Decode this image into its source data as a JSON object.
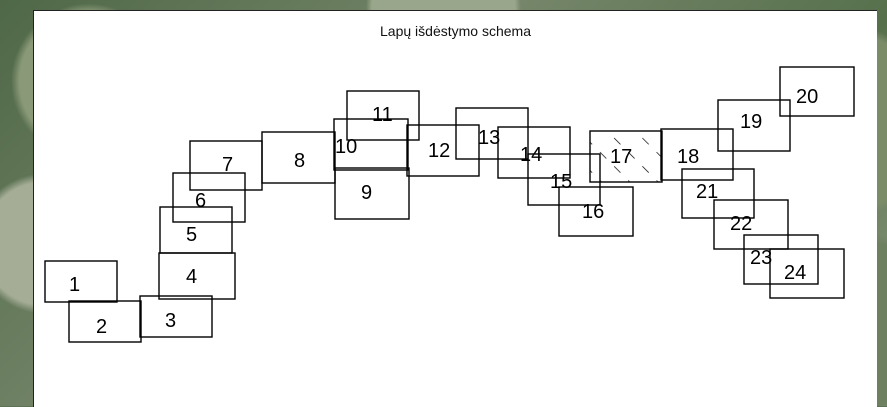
{
  "title": "Lapų išdėstymo schema",
  "hatched_sheet": "17",
  "sheets": [
    "1",
    "2",
    "3",
    "4",
    "5",
    "6",
    "7",
    "8",
    "9",
    "10",
    "11",
    "12",
    "13",
    "14",
    "15",
    "16",
    "17",
    "18",
    "19",
    "20",
    "21",
    "22",
    "23",
    "24"
  ]
}
